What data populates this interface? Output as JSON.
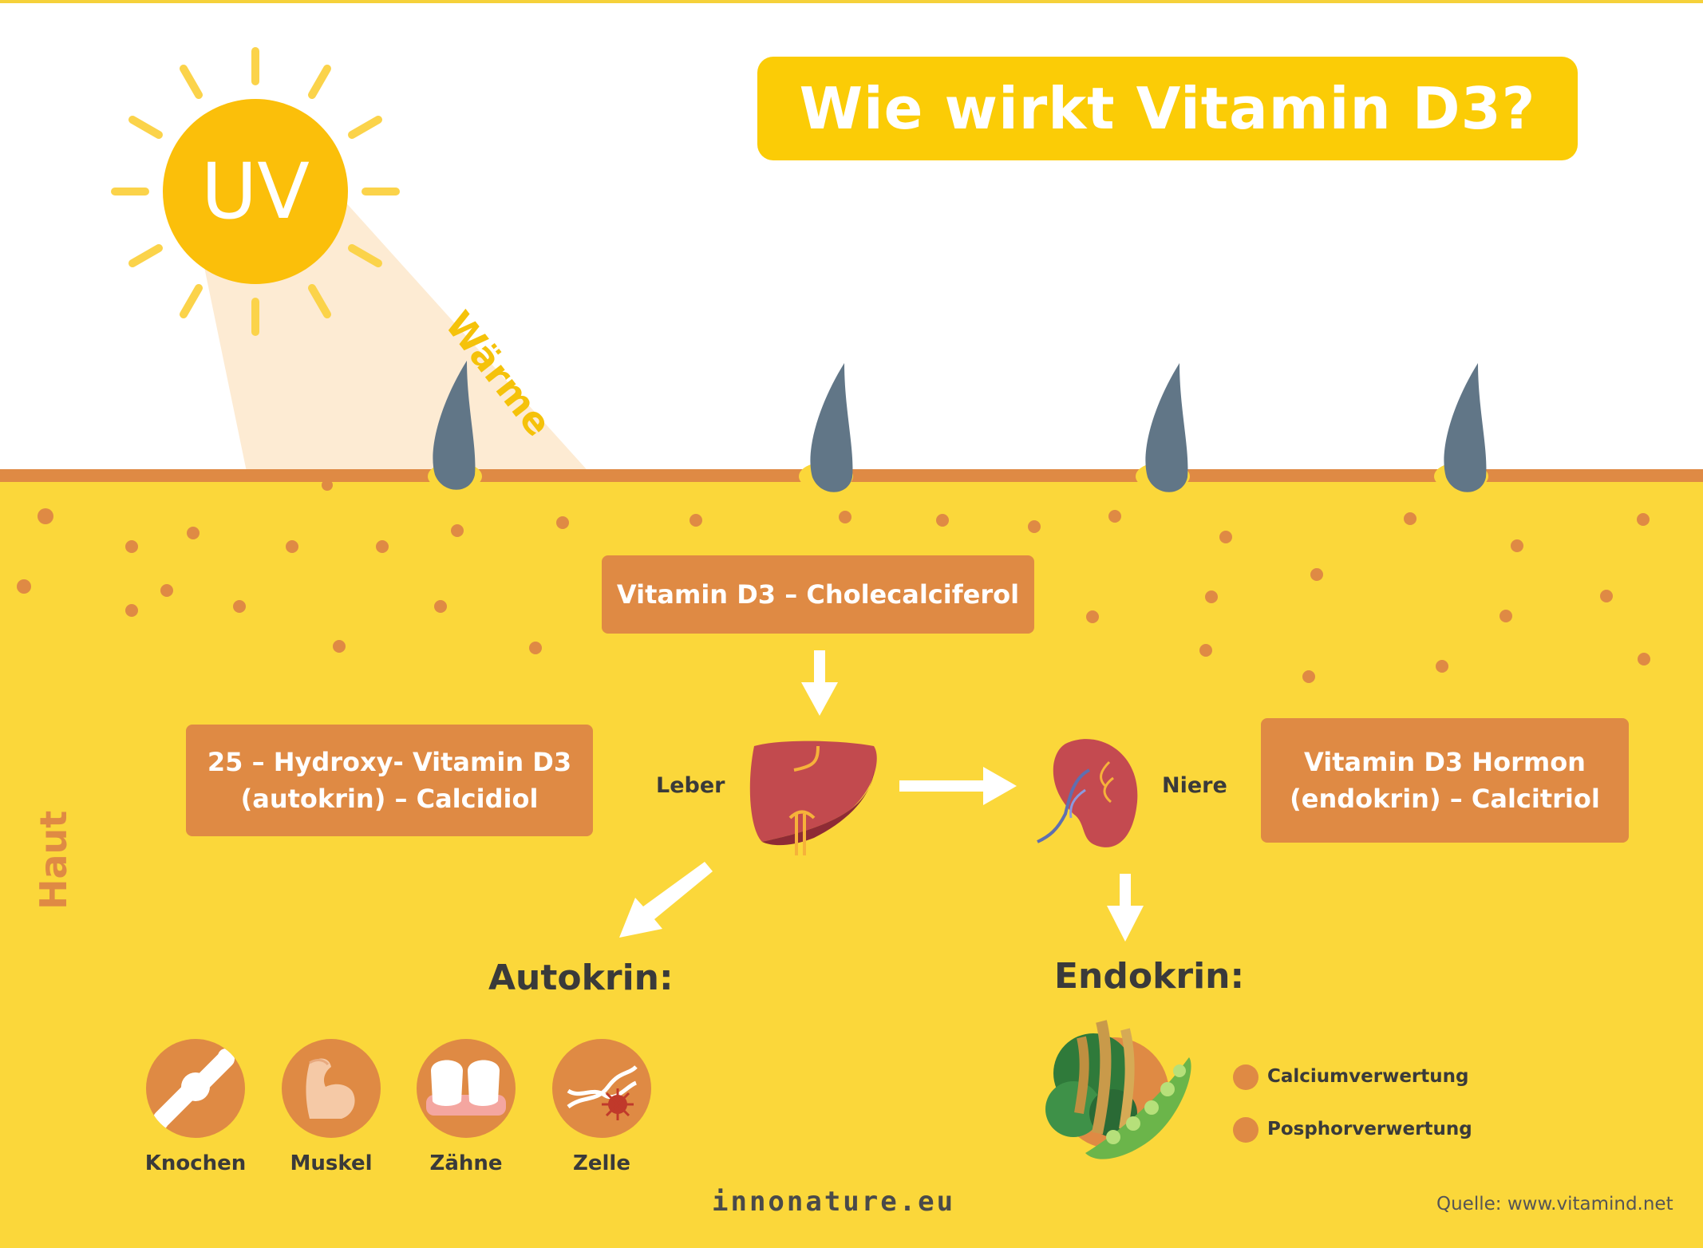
{
  "title": "Wie wirkt Vitamin D3?",
  "sun": {
    "label": "UV"
  },
  "warmth_label": "Wärme",
  "skin_label": "Haut",
  "boxes": {
    "cholecalciferol": "Vitamin D3 – Cholecalciferol",
    "calcidiol_line1": "25 – Hydroxy- Vitamin D3",
    "calcidiol_line2": "(autokrin) – Calcidiol",
    "calcitriol_line1": "Vitamin D3 Hormon",
    "calcitriol_line2": "(endokrin) – Calcitriol"
  },
  "organs": {
    "liver": "Leber",
    "kidney": "Niere"
  },
  "autocrine": {
    "heading": "Autokrin:",
    "items": [
      {
        "label": "Knochen",
        "icon": "bone-joint-icon"
      },
      {
        "label": "Muskel",
        "icon": "muscle-arm-icon"
      },
      {
        "label": "Zähne",
        "icon": "teeth-icon"
      },
      {
        "label": "Zelle",
        "icon": "dna-cell-icon"
      }
    ]
  },
  "endocrine": {
    "heading": "Endokrin:",
    "icon": "vegetables-grain-icon",
    "items": [
      "Calciumverwertung",
      "Posphorverwertung"
    ]
  },
  "brand": "innonature.eu",
  "source": "Quelle: www.vitamind.net",
  "colors": {
    "sun": "#fbbf0a",
    "skin": "#fbd73a",
    "accent": "#df8a44",
    "hair": "#617687",
    "liver": "#c24a4e",
    "kidney": "#c44a50"
  }
}
